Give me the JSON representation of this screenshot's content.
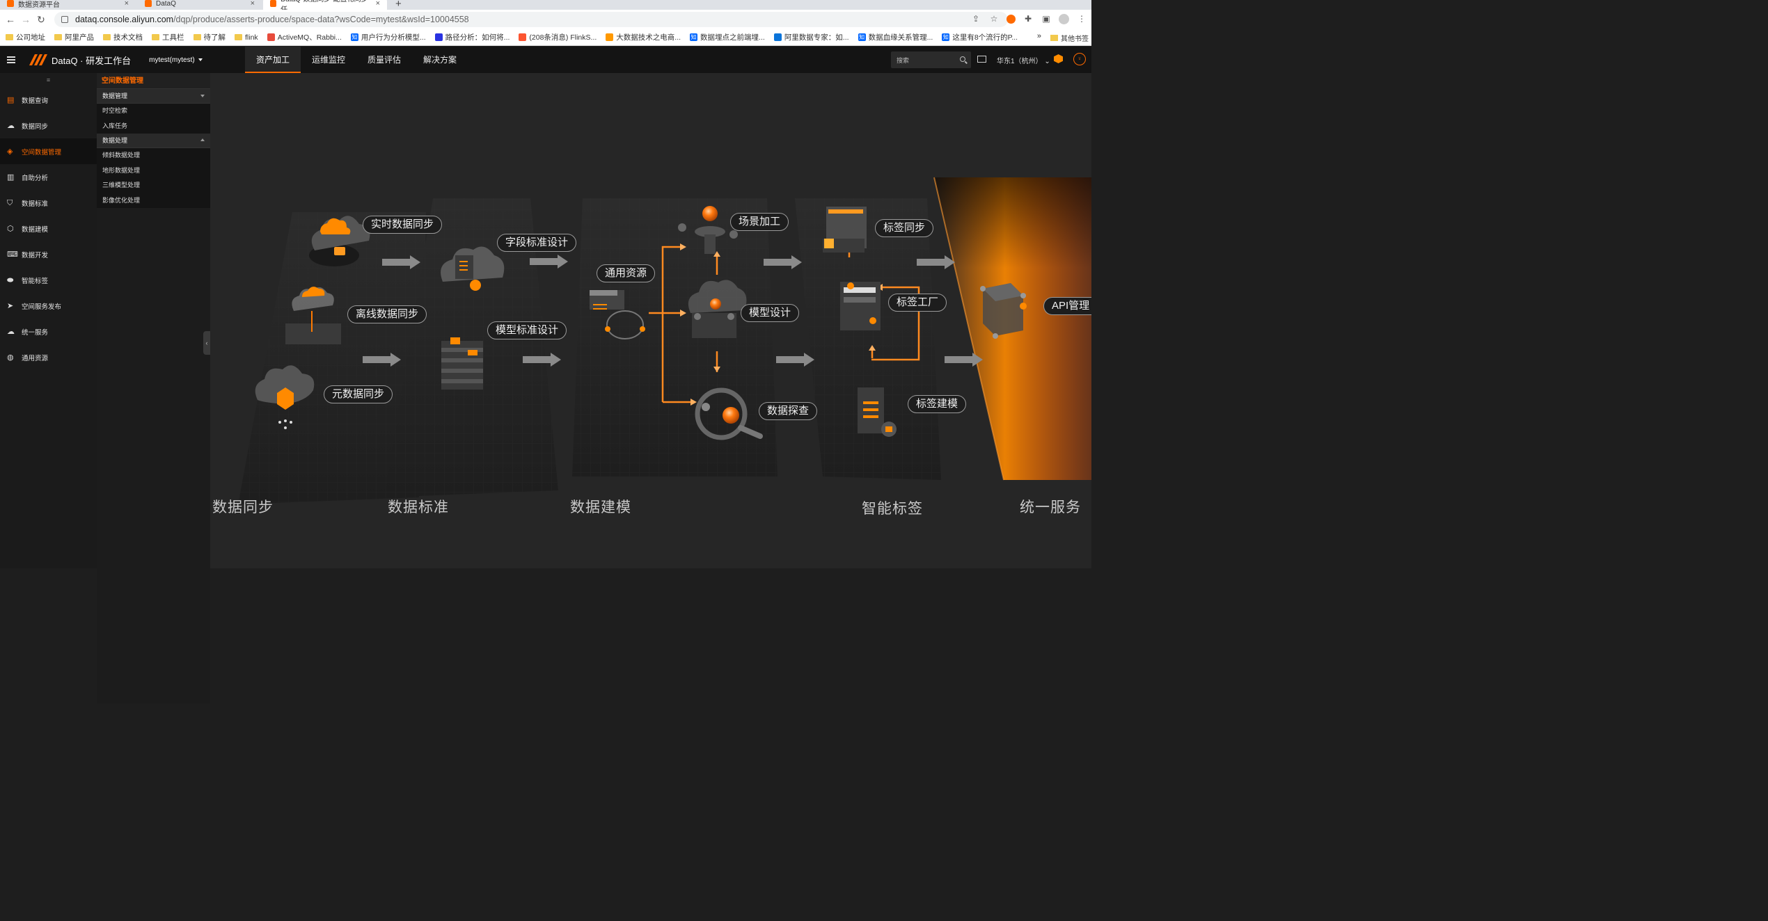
{
  "browser": {
    "tabs": [
      {
        "label": "数据资源平台"
      },
      {
        "label": "DataQ"
      },
      {
        "label": "DataQ-数据同步-配置化同步任..."
      }
    ],
    "url_host": "dataq.console.aliyun.com",
    "url_path": "/dqp/produce/asserts-produce/space-data?wsCode=mytest&wsId=10004558",
    "bookmarks": [
      {
        "label": "公司地址",
        "icon": "folder"
      },
      {
        "label": "阿里产品",
        "icon": "folder"
      },
      {
        "label": "技术文档",
        "icon": "folder"
      },
      {
        "label": "工具栏",
        "icon": "folder"
      },
      {
        "label": "待了解",
        "icon": "folder"
      },
      {
        "label": "flink",
        "icon": "folder"
      },
      {
        "label": "ActiveMQ、Rabbi...",
        "icon": "doc"
      },
      {
        "label": "用户行为分析模型...",
        "icon": "zhihu"
      },
      {
        "label": "路径分析：如何将...",
        "icon": "baidu"
      },
      {
        "label": "(208条消息) FlinkS...",
        "icon": "csdn"
      },
      {
        "label": "大数据技术之电商...",
        "icon": "pin"
      },
      {
        "label": "数据埋点之前端埋...",
        "icon": "zhihu"
      },
      {
        "label": "阿里数据专家：如...",
        "icon": "term"
      },
      {
        "label": "数据血缘关系管理...",
        "icon": "zhihu"
      },
      {
        "label": "这里有8个流行的P...",
        "icon": "zhihu"
      }
    ],
    "bookmarks_more": "»",
    "bookmarks_other": "其他书签"
  },
  "header": {
    "product": "DataQ · 研发工作台",
    "workspace": "mytest(mytest)",
    "nav": [
      {
        "label": "资产加工",
        "active": true
      },
      {
        "label": "运维监控",
        "active": false
      },
      {
        "label": "质量评估",
        "active": false
      },
      {
        "label": "解决方案",
        "active": false
      }
    ],
    "search_placeholder": "搜索",
    "region": "华东1（杭州）",
    "accent": "#ff6a00"
  },
  "sidebar": {
    "items": [
      {
        "label": "数据查询",
        "icon": "query-icon",
        "active": false
      },
      {
        "label": "数据同步",
        "icon": "cloud-sync-icon",
        "active": false
      },
      {
        "label": "空间数据管理",
        "icon": "layers-icon",
        "active": true
      },
      {
        "label": "自助分析",
        "icon": "chart-icon",
        "active": false
      },
      {
        "label": "数据标准",
        "icon": "shield-icon",
        "active": false
      },
      {
        "label": "数据建模",
        "icon": "cube-icon",
        "active": false
      },
      {
        "label": "数据开发",
        "icon": "code-icon",
        "active": false
      },
      {
        "label": "智能标签",
        "icon": "tag-icon",
        "active": false
      },
      {
        "label": "空间服务发布",
        "icon": "send-icon",
        "active": false
      },
      {
        "label": "统一服务",
        "icon": "cloud-service-icon",
        "active": false
      },
      {
        "label": "通用资源",
        "icon": "globe-icon",
        "active": false
      }
    ]
  },
  "subnav": {
    "title": "空间数据管理",
    "groups": [
      {
        "label": "数据管理",
        "expanded": false,
        "items": [
          "时空检索",
          "入库任务"
        ]
      },
      {
        "label": "数据处理",
        "expanded": true,
        "items": [
          "倾斜数据处理",
          "地形数据处理",
          "三维模型处理",
          "影像优化处理"
        ]
      }
    ]
  },
  "diagram": {
    "labels": {
      "realtime_sync": "实时数据同步",
      "offline_sync": "离线数据同步",
      "meta_sync": "元数据同步",
      "field_std": "字段标准设计",
      "model_std": "模型标准设计",
      "common_res": "通用资源",
      "scene": "场景加工",
      "model_design": "模型设计",
      "explore": "数据探查",
      "tag_sync": "标签同步",
      "tag_factory": "标签工厂",
      "tag_model": "标签建模",
      "api": "API管理"
    },
    "stages": {
      "s1": "数据同步",
      "s2": "数据标准",
      "s3": "数据建模",
      "s4": "智能标签",
      "s5": "统一服务"
    }
  }
}
